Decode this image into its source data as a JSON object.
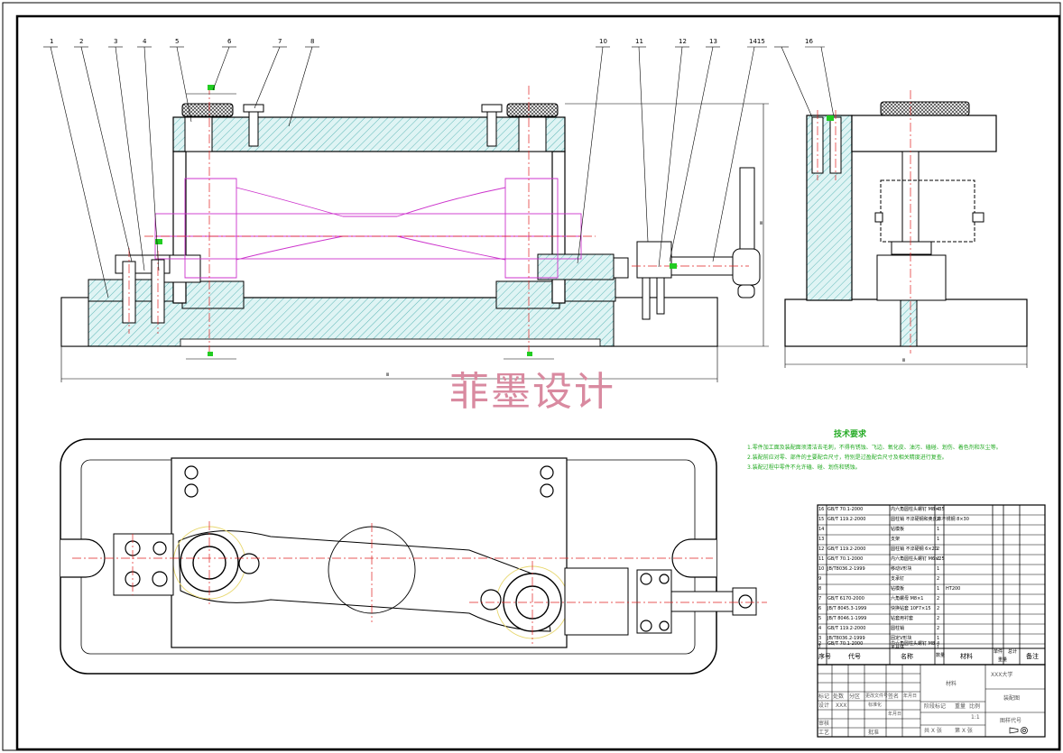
{
  "watermark": "菲墨设计",
  "balloons": [
    "1",
    "2",
    "3",
    "4",
    "5",
    "6",
    "7",
    "8",
    "10",
    "11",
    "12",
    "13",
    "1415",
    "16"
  ],
  "dimensions": {
    "overall_length": "ⅲ",
    "overall_height": "ⅲ",
    "side_width": "ⅲ"
  },
  "tech_requirements": {
    "title": "技术要求",
    "lines": [
      "1.零件加工面及装配面须清洁去毛刺，不得有锈蚀、飞边、氧化皮、油污、磕碰、划伤、着色剂和灰尘等。",
      "2.装配前应对零、部件的主要配合尺寸，特别是过盈配合尺寸及相关精度进行复查。",
      "3.装配过程中零件不允许磕、碰、划伤和锈蚀。"
    ]
  },
  "bom": {
    "rows": [
      {
        "no": "16",
        "code": "GB/T 70.1-2000",
        "name": "内六角圆柱头螺钉 M8×35",
        "qty": "4"
      },
      {
        "no": "15",
        "code": "GB/T 119.2-2000",
        "name": "圆柱销 不淬硬钢和奥氏体不锈钢 8×30",
        "qty": "2"
      },
      {
        "no": "14",
        "code": "",
        "name": "钻模板",
        "qty": "1"
      },
      {
        "no": "13",
        "code": "",
        "name": "支架",
        "qty": "1"
      },
      {
        "no": "12",
        "code": "GB/T 119.2-2000",
        "name": "圆柱销 不淬硬钢 6×20",
        "qty": "2"
      },
      {
        "no": "11",
        "code": "GB/T 70.1-2000",
        "name": "内六角圆柱头螺钉 M6×25",
        "qty": "2"
      },
      {
        "no": "10",
        "code": "JB/T8036.2-1999",
        "name": "移动V形块",
        "qty": "1"
      },
      {
        "no": "9",
        "code": "",
        "name": "支承钉",
        "qty": "2"
      },
      {
        "no": "8",
        "code": "",
        "name": "钻模板",
        "qty": "1"
      },
      {
        "no": "7",
        "code": "GB/T 6170-2000",
        "name": "六角螺母 M8×1",
        "qty": "2"
      },
      {
        "no": "6",
        "code": "JB/T 8045.3-1999",
        "name": "快换钻套 10F7×15",
        "qty": "2"
      },
      {
        "no": "5",
        "code": "JB/T 8046.1-1999",
        "name": "钻套用衬套",
        "qty": "2"
      },
      {
        "no": "4",
        "code": "GB/T 119.2-2000",
        "name": "圆柱销",
        "qty": "2"
      },
      {
        "no": "3",
        "code": "JB/T8036.2-1999",
        "name": "固定V形块",
        "qty": "1"
      },
      {
        "no": "2",
        "code": "GB/T 70.1-2000",
        "name": "内六角圆柱头螺钉 M8",
        "qty": "4"
      },
      {
        "no": "1",
        "code": "",
        "name": "夹具体",
        "qty": "1"
      }
    ],
    "headers": {
      "no": "序号",
      "code": "代号",
      "name": "名称",
      "qty": "数量",
      "material": "材料",
      "unit_weight": "单件",
      "total_weight": "总计",
      "weight": "重量",
      "remark": "备注"
    },
    "material_note": "HT200"
  },
  "title_block": {
    "university": "XXX大学",
    "drawing_name": "装配图",
    "material_label": "材料",
    "drawing_no": "图样代号",
    "stage": "阶段标记",
    "weight": "重量",
    "scale": "比例",
    "scale_value": "1:1",
    "sheets": "共 X 张",
    "sheet": "第 X 张",
    "row_labels": [
      "标记",
      "处数",
      "分区",
      "更改文件号",
      "签名",
      "年月日"
    ],
    "designer": "设计",
    "checker": "审核",
    "process": "工艺",
    "approver": "批准",
    "xxx": "XXX",
    "standardization": "标准化",
    "date": "年月日"
  }
}
